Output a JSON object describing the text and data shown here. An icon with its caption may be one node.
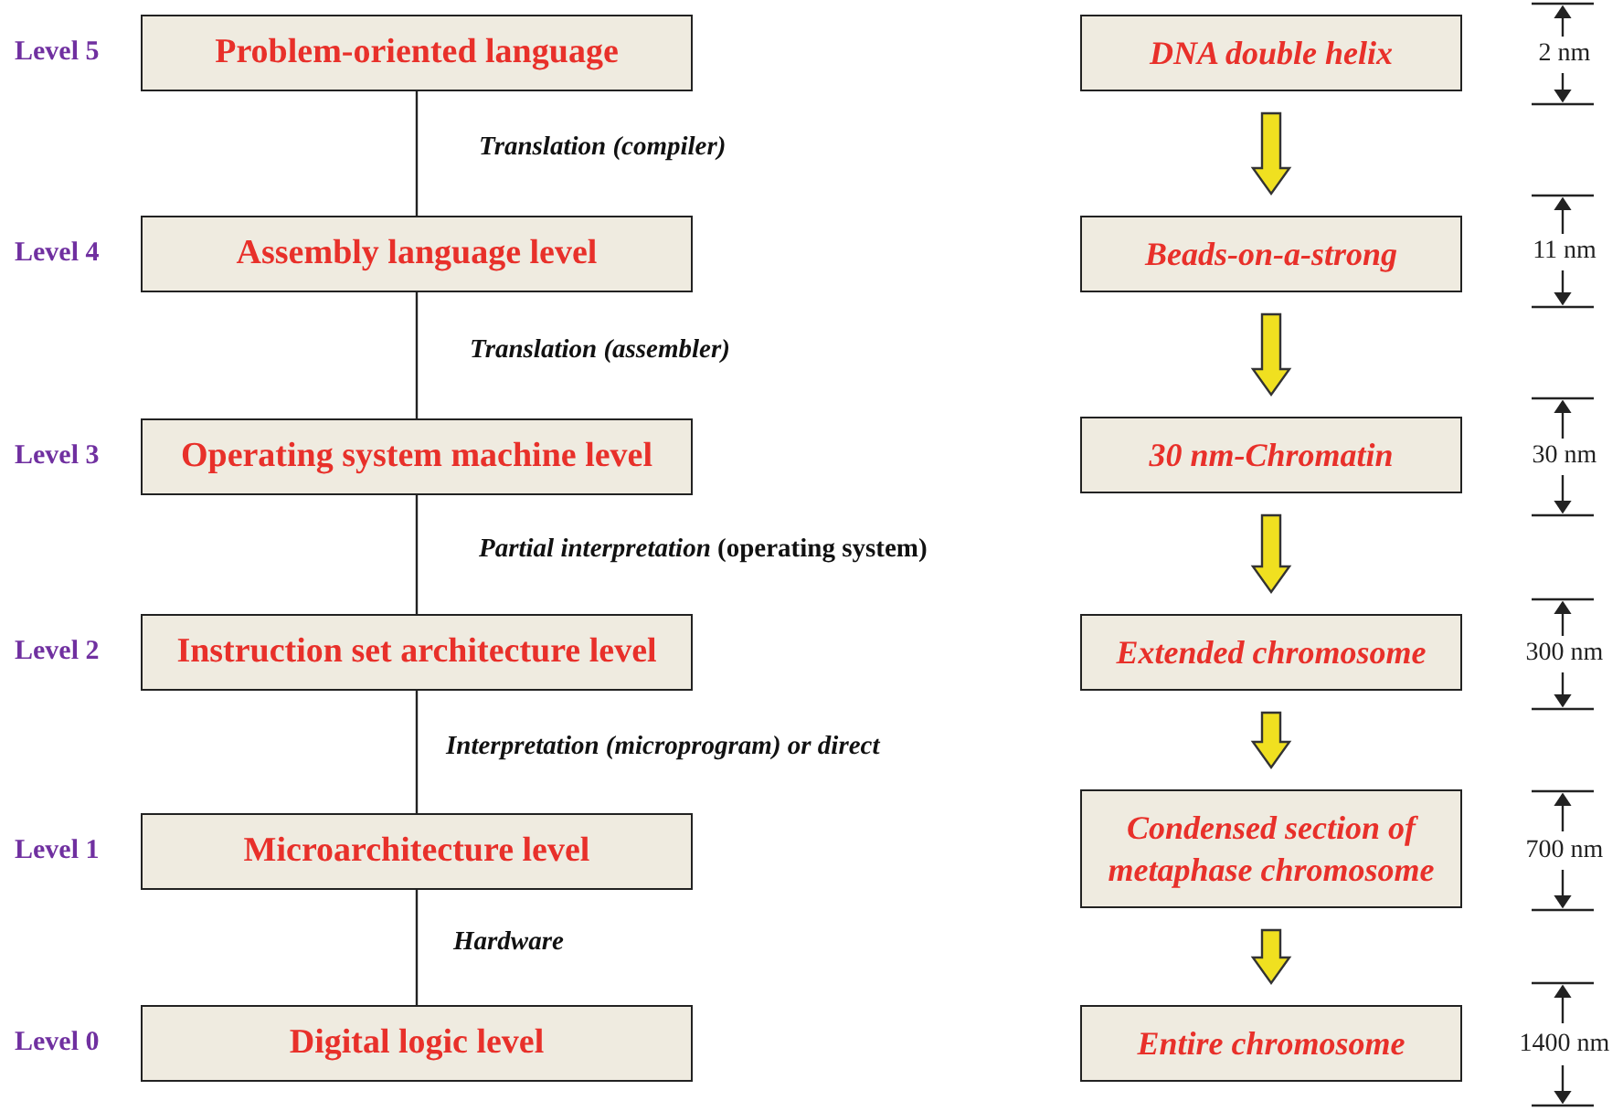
{
  "diagram": {
    "nodes": [
      {
        "text": [
          "Problem-oriented language"
        ],
        "beside": [
          "Level 5"
        ]
      },
      {
        "text": [
          "Assembly language level"
        ],
        "beside": [
          "Level 4"
        ]
      },
      {
        "text": [
          "Operating system machine level"
        ],
        "beside": [
          "Level 3"
        ]
      },
      {
        "text": [
          "Instruction set architecture level"
        ],
        "beside": [
          "Level 2"
        ]
      },
      {
        "text": [
          "Microarchitecture level"
        ],
        "beside": [
          "Level 1"
        ]
      },
      {
        "text": [
          "Digital logic level"
        ],
        "beside": [
          "Level 0"
        ]
      },
      {
        "text": [
          "DNA double helix"
        ],
        "beside": [
          "2 nm"
        ]
      },
      {
        "text": [
          "Beads-on-a-strong"
        ],
        "beside": [
          "11 nm"
        ]
      },
      {
        "text": [
          "30 nm-Chromatin"
        ],
        "beside": [
          "30 nm"
        ]
      },
      {
        "text": [
          "Extended chromosome"
        ],
        "beside": [
          "300 nm"
        ]
      },
      {
        "text": [
          "Condensed section of metaphase chromosome"
        ],
        "beside": [
          "700 nm"
        ]
      },
      {
        "text": [
          "Entire chromosome"
        ],
        "beside": [
          "1400 nm"
        ]
      }
    ],
    "edges": [
      {
        "from": 0,
        "to": 1,
        "arrow": "none",
        "label": "*Translation (compiler)*"
      },
      {
        "from": 1,
        "to": 2,
        "arrow": "none",
        "label": "*Translation (assembler)*"
      },
      {
        "from": 2,
        "to": 3,
        "arrow": "none",
        "label": "*Partial interpretation* (operating system)"
      },
      {
        "from": 3,
        "to": 4,
        "arrow": "none",
        "label": "*Interpretation (microprogram) or direct*"
      },
      {
        "from": 4,
        "to": 5,
        "arrow": "none",
        "label": "*Hardware*"
      },
      {
        "from": 6,
        "to": 7,
        "arrow": "to"
      },
      {
        "from": 7,
        "to": 8,
        "arrow": "to"
      },
      {
        "from": 8,
        "to": 9,
        "arrow": "to"
      },
      {
        "from": 9,
        "to": 10,
        "arrow": "to"
      },
      {
        "from": 10,
        "to": 11,
        "arrow": "to"
      }
    ]
  }
}
